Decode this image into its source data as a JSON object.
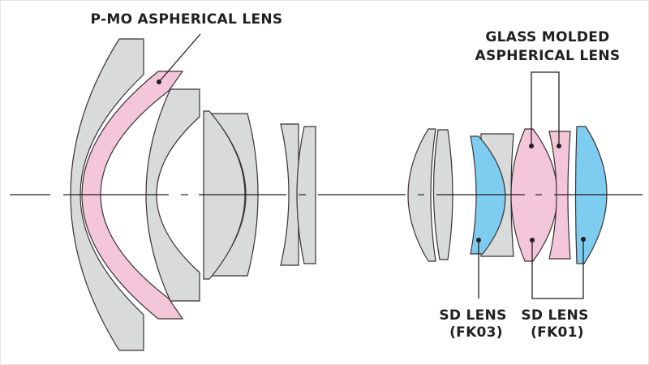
{
  "labels": {
    "pmo": "P-MO ASPHERICAL LENS",
    "glass_line1": "GLASS MOLDED",
    "glass_line2": "ASPHERICAL LENS",
    "sd_fk03_line1": "SD LENS",
    "sd_fk03_line2": "(FK03)",
    "sd_fk01_line1": "SD LENS",
    "sd_fk01_line2": "(FK01)"
  },
  "colors": {
    "standard_glass": "#d9dbdb",
    "aspherical": "#f4c6da",
    "sd_glass": "#7ecdf0",
    "outline": "#3a3132"
  }
}
